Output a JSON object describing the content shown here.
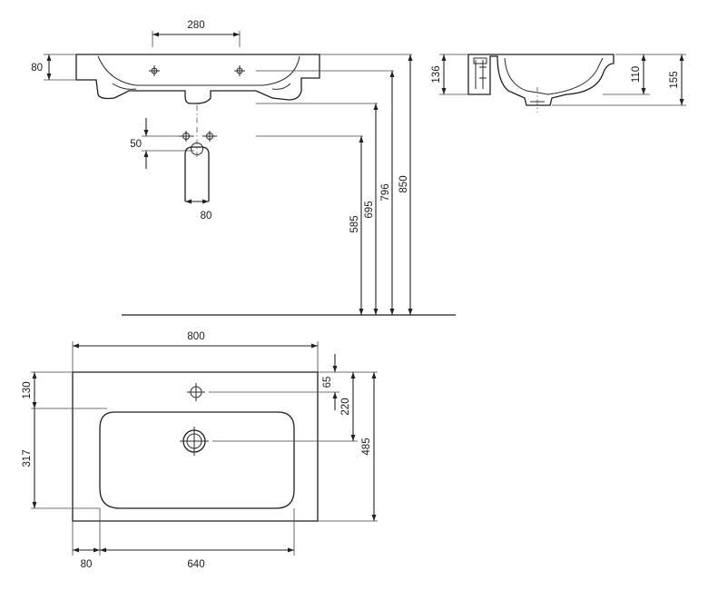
{
  "drawing": {
    "dims": {
      "tap_spacing": "280",
      "basin_thickness": "80",
      "tap_drop": "50",
      "trap_width": "80",
      "h_585": "585",
      "h_695": "695",
      "h_796": "796",
      "h_850": "850",
      "side_136": "136",
      "side_110": "110",
      "side_155": "155",
      "width_800": "800",
      "depth_130": "130",
      "depth_317": "317",
      "offset_65": "65",
      "depth_220": "220",
      "depth_485": "485",
      "margin_80": "80",
      "bowl_640": "640"
    }
  }
}
